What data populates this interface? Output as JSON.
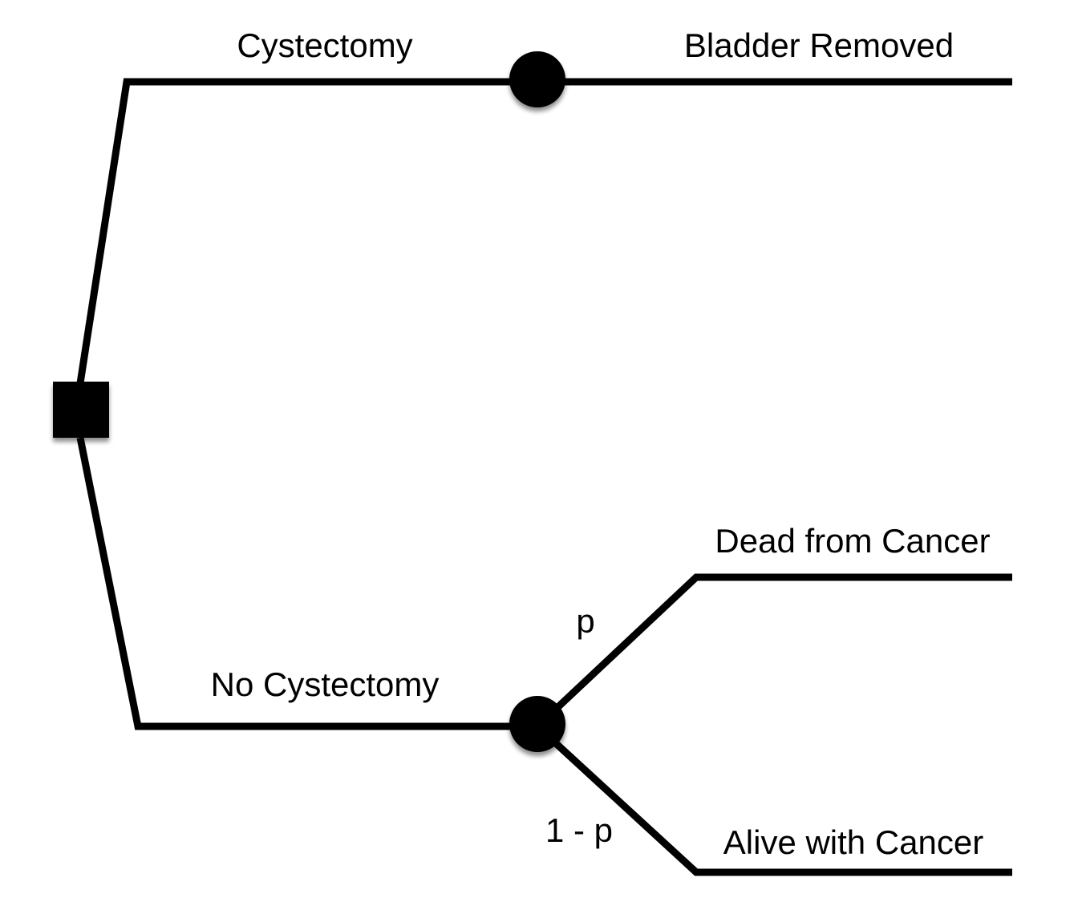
{
  "branches": {
    "cystectomy": "Cystectomy",
    "no_cystectomy": "No Cystectomy"
  },
  "probabilities": {
    "p": "p",
    "one_minus_p": "1 - p"
  },
  "outcomes": {
    "bladder_removed": "Bladder Removed",
    "dead_from_cancer": "Dead from Cancer",
    "alive_with_cancer": "Alive with Cancer"
  },
  "colors": {
    "line": "#000000",
    "background": "#ffffff"
  }
}
